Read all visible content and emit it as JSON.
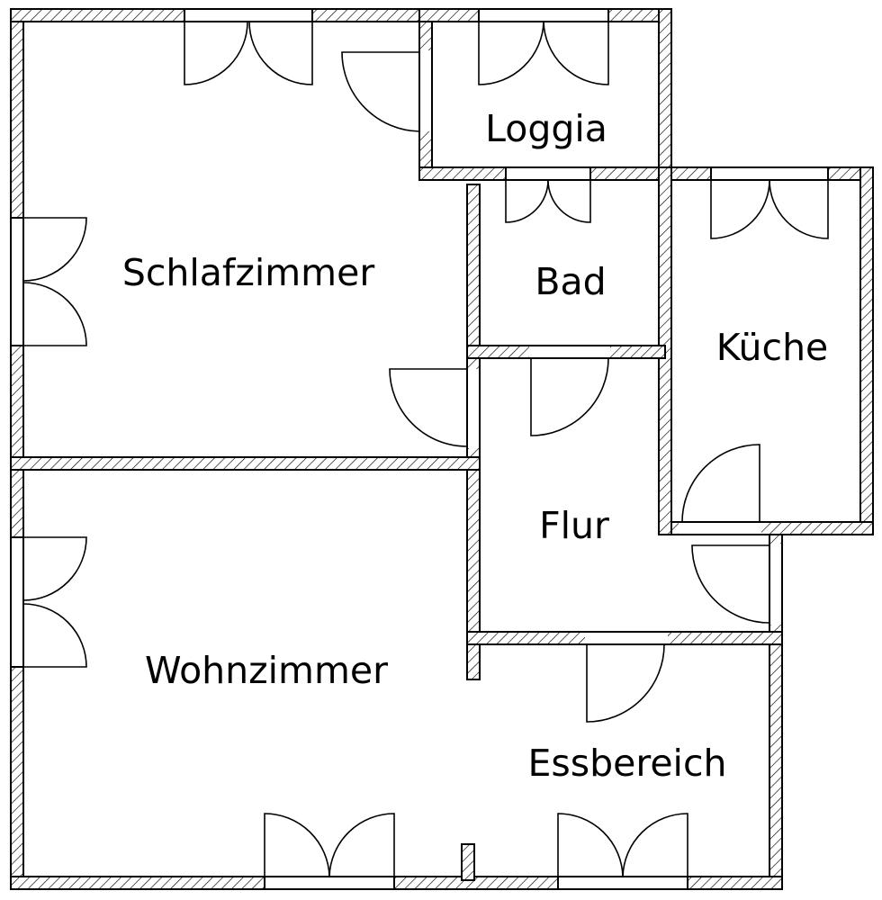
{
  "rooms": {
    "loggia": "Loggia",
    "schlafzimmer": "Schlafzimmer",
    "bad": "Bad",
    "kueche": "Küche",
    "flur": "Flur",
    "wohnzimmer": "Wohnzimmer",
    "essbereich": "Essbereich"
  }
}
